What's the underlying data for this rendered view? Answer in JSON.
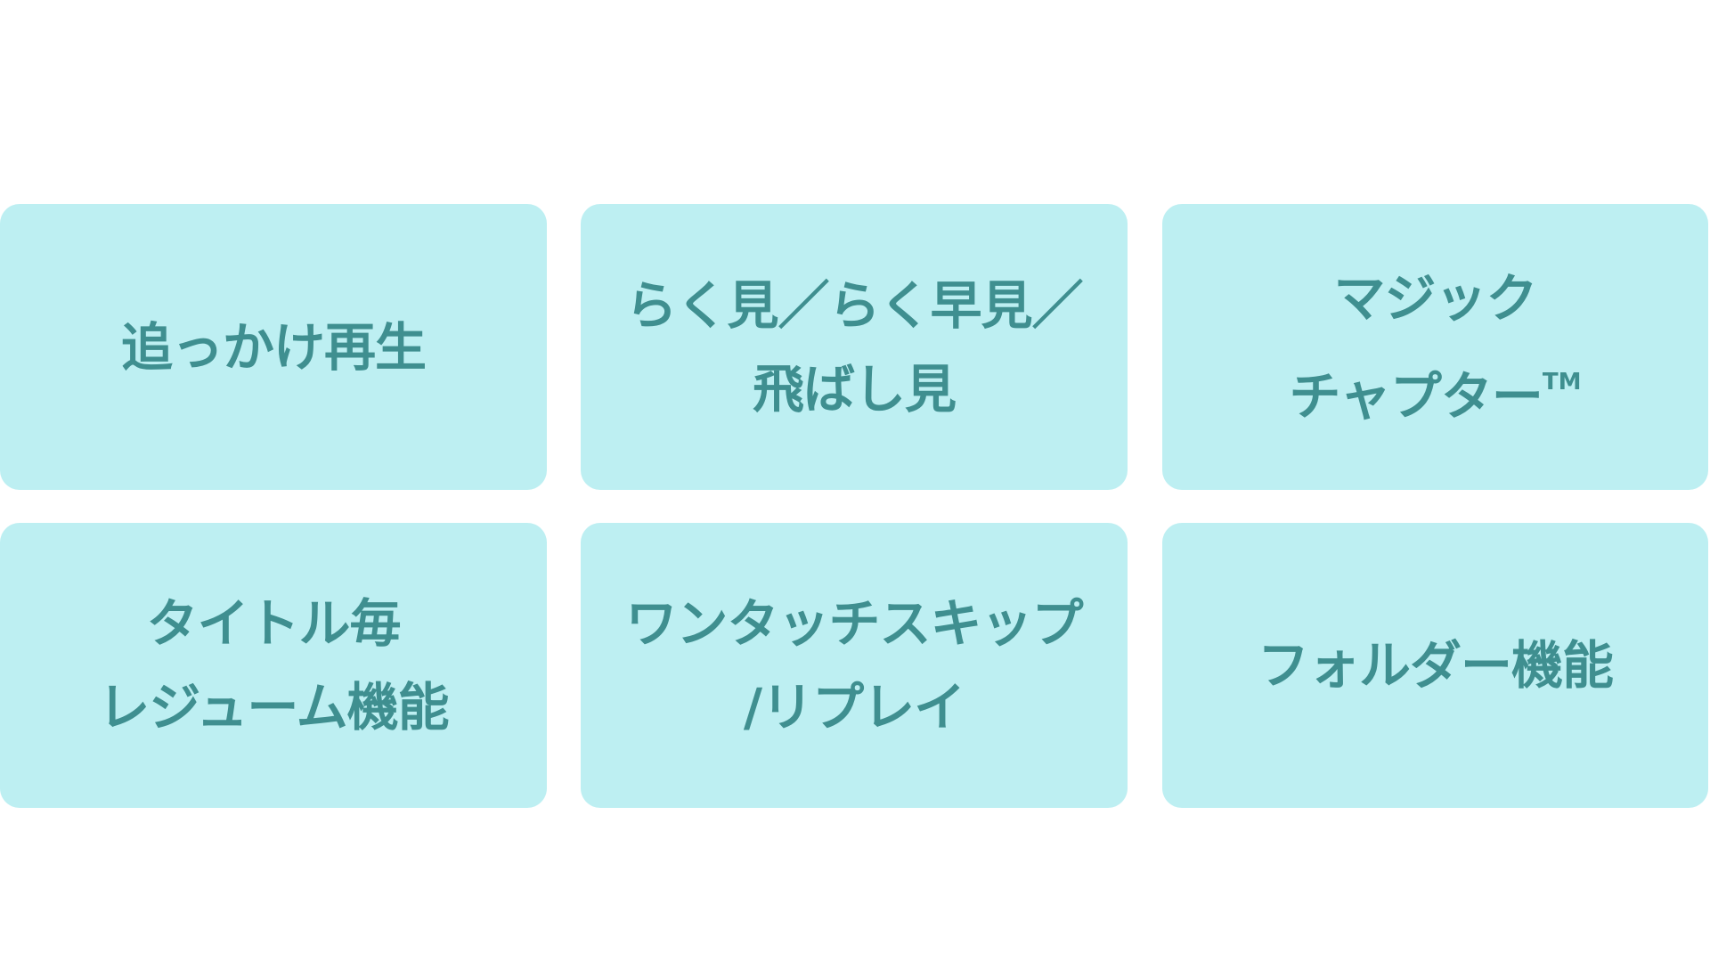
{
  "feature_tiles": [
    {
      "lines": [
        "追っかけ再生"
      ]
    },
    {
      "lines": [
        "らく見／らく早見／",
        "飛ばし見"
      ]
    },
    {
      "lines": [
        "マジック",
        "チャプター"
      ],
      "trademark": "TM"
    },
    {
      "lines": [
        "タイトル毎",
        "レジューム機能"
      ]
    },
    {
      "lines": [
        "ワンタッチスキップ",
        "/リプレイ"
      ]
    },
    {
      "lines": [
        "フォルダー機能"
      ]
    }
  ],
  "colors": {
    "tile_background": "#bdeff2",
    "tile_text": "#3f8f90",
    "page_background": "#ffffff"
  }
}
